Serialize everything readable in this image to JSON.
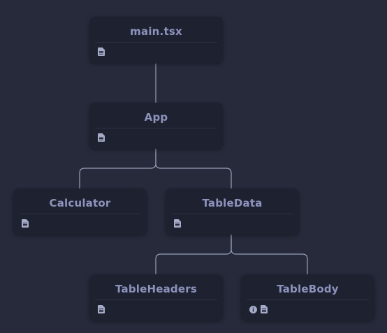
{
  "colors": {
    "background": "#262a3b",
    "node_bg": "#1e2130",
    "node_title": "#8d93bc",
    "edge": "#9aa0b8",
    "icon": "#a6abc8"
  },
  "nodes": {
    "main": {
      "label": "main.tsx",
      "icons": [
        "file-icon"
      ]
    },
    "app": {
      "label": "App",
      "icons": [
        "file-icon"
      ]
    },
    "calculator": {
      "label": "Calculator",
      "icons": [
        "file-icon"
      ]
    },
    "tabledata": {
      "label": "TableData",
      "icons": [
        "file-icon"
      ]
    },
    "tableheaders": {
      "label": "TableHeaders",
      "icons": [
        "file-icon"
      ]
    },
    "tablebody": {
      "label": "TableBody",
      "icons": [
        "info-icon",
        "file-icon"
      ]
    }
  },
  "edges": [
    {
      "from": "main",
      "to": "app"
    },
    {
      "from": "app",
      "to": "calculator"
    },
    {
      "from": "app",
      "to": "tabledata"
    },
    {
      "from": "tabledata",
      "to": "tableheaders"
    },
    {
      "from": "tabledata",
      "to": "tablebody"
    }
  ]
}
